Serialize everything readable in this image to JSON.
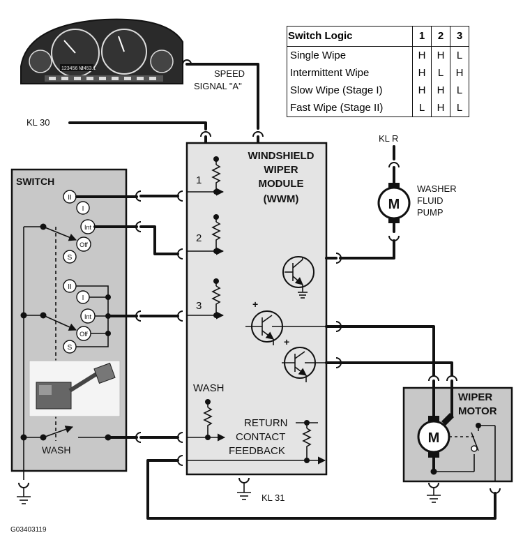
{
  "figure_id": "G03403119",
  "cluster": {
    "odometer": "123456 M",
    "trip": "2453.1"
  },
  "speed_signal": {
    "line1": "SPEED",
    "line2": "SIGNAL \"A\""
  },
  "power": {
    "kl30": "KL 30",
    "klr": "KL R",
    "kl31": "KL 31"
  },
  "switch": {
    "title": "SWITCH",
    "positions_a": [
      "II",
      "I",
      "Int",
      "Off",
      "S"
    ],
    "positions_b": [
      "II",
      "I",
      "Int",
      "Off",
      "S"
    ],
    "wash_label": "WASH"
  },
  "module": {
    "title_lines": [
      "WINDSHIELD",
      "WIPER",
      "MODULE",
      "(WWM)"
    ],
    "input_numbers": [
      "1",
      "2",
      "3"
    ],
    "wash_label": "WASH",
    "return_lines": [
      "RETURN",
      "CONTACT",
      "FEEDBACK"
    ],
    "plus_sign": "+"
  },
  "pump": {
    "symbol": "M",
    "label_lines": [
      "WASHER",
      "FLUID",
      "PUMP"
    ]
  },
  "wiper_motor": {
    "title_lines": [
      "WIPER",
      "MOTOR"
    ],
    "symbol": "M"
  },
  "logic_table": {
    "title": "Switch Logic",
    "columns": [
      "1",
      "2",
      "3"
    ],
    "rows": [
      {
        "label": "Single Wipe",
        "values": [
          "H",
          "H",
          "L"
        ]
      },
      {
        "label": "Intermittent Wipe",
        "values": [
          "H",
          "L",
          "H"
        ]
      },
      {
        "label": "Slow Wipe (Stage I)",
        "values": [
          "H",
          "H",
          "L"
        ]
      },
      {
        "label": "Fast Wipe (Stage II)",
        "values": [
          "L",
          "H",
          "L"
        ]
      }
    ]
  }
}
